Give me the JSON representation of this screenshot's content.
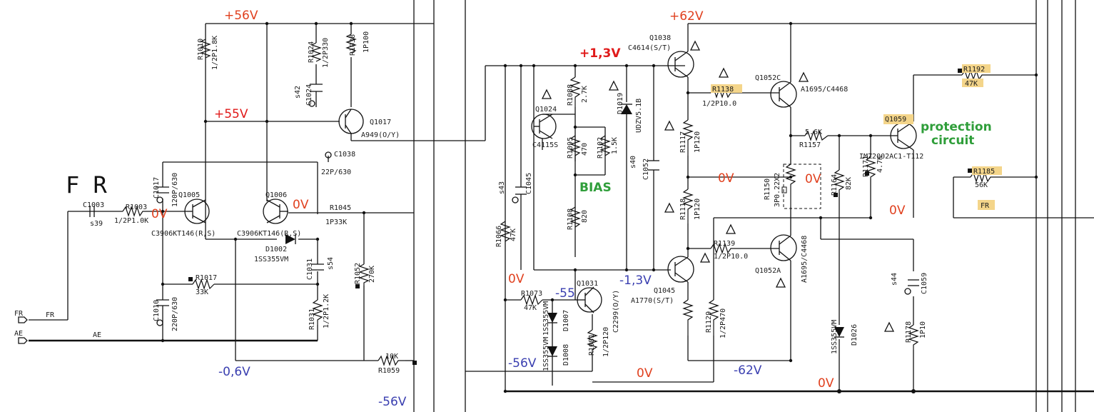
{
  "title": "F R",
  "colors": {
    "positive": "#e0401e",
    "bright_positive": "#e01a1a",
    "negative": "#3a3fb0",
    "annotation": "#2f9e3a",
    "highlight": "#f4d58a",
    "wire": "#111111"
  },
  "nets": {
    "fr": "FR",
    "ae": "AE"
  },
  "voltages": {
    "v56": "+56V",
    "v55": "+55V",
    "v62": "+62V",
    "v13p": "+1,3V",
    "v13n": "-1,3V",
    "v06n": "-0,6V",
    "vm56b": "-56V",
    "vm55": "-55",
    "vm56": "-56V",
    "vm62": "-62V",
    "z1": "0V",
    "z2": "0V",
    "z3": "0V",
    "z4": "0V",
    "z5": "0V",
    "z6": "0V",
    "z7": "0V",
    "z8": "0V"
  },
  "annotations": {
    "bias": "BIAS",
    "protection1": "protection",
    "protection2": "circuit"
  },
  "components": {
    "r1010": "R1010",
    "r1010v": "1/2P1.8K",
    "r1024": "R1024",
    "r1024v": "1/2P330",
    "r1038": "R1038",
    "r1038v": "1P100",
    "c1024": "C1024",
    "s42": "s42",
    "q1017": "Q1017",
    "q1017t": "A949(O/Y)",
    "c1038": "C1038",
    "c1038v": "22P/630",
    "c1017": "C1017",
    "c1017v": "120P/630",
    "c1003": "C1003",
    "s39": "s39",
    "r1003": "R1003",
    "r1003v": "1/2P1.0K",
    "q1005": "Q1005",
    "q1005t": "C3906KT146(R,S)",
    "q1006": "Q1006",
    "q1006t": "C3906KT146(R,S)",
    "r1045": "R1045",
    "r1045v": "1P33K",
    "d1002": "D1002",
    "d1002t": "1SS355VM",
    "c1031": "C1031",
    "s54": "s54",
    "r1017": "R1017",
    "r1017v": "33K",
    "r1052": "R1052",
    "r1052v": "270K",
    "c1010": "C1010",
    "c1010v": "220P/630",
    "r1031": "R1031",
    "r1031v": "1/2P1.2K",
    "r1059v": "10K",
    "r1059": "R1059",
    "s43": "s43",
    "c1045": "C1045",
    "r1066": "R1066",
    "r1066v": "47K",
    "q1024": "Q1024",
    "q1024t": "C4115S",
    "r1088": "R1088",
    "r1088v": "2.7K",
    "r1095": "R1095",
    "r1095v": "470",
    "r1102": "R1102",
    "r1102v": "1.5K",
    "d1019": "D1019",
    "d1019t": "UDZV5.1B",
    "s40": "s40",
    "c1052": "C1052",
    "r1108": "R1108",
    "r1108v": "820",
    "r1073": "R1073",
    "r1073v": "47K",
    "d1007": "D1007",
    "d1007t": "1SS355VM",
    "d1008": "D1008",
    "d1008t": "1SS355VM",
    "q1031": "Q1031",
    "q1031t": "C2299(O/Y)",
    "r1081": "R1081",
    "r1081v": "1/2P120",
    "q1038": "Q1038",
    "q1038t": "C4614(S/T)",
    "q1045": "Q1045",
    "q1045t": "A1770(S/T)",
    "r1117": "R1117",
    "r1117v": "1P120",
    "r1118": "R1118",
    "r1118v": "1P120",
    "r1129": "R1129",
    "r1129v": "1/2P470",
    "r1138": "R1138",
    "r1138v": "1/2P10.0",
    "r1139": "R1139",
    "r1139v": "1/2P10.0",
    "q1052c": "Q1052C",
    "q1052ct": "A1695/C4468",
    "q1052a": "Q1052A",
    "q1052at": "A1695/C4468",
    "r1157v": "5.6K",
    "r1157": "R1157",
    "r1150": "R1150",
    "r1150v": "3P0.22X2",
    "r1164": "R1164",
    "r1164v": "82K",
    "r1171": "R1171",
    "r1171v": "4.7K",
    "q1059": "Q1059",
    "q1059t": "IMZ2002AC1-T112",
    "r1192": "R1192",
    "r1192v": "47K",
    "r1185": "R1185",
    "r1185v": "56K",
    "fr_tag": "FR",
    "s44": "s44",
    "c1059": "C1059",
    "r1178": "R1178",
    "r1178v": "1P10",
    "d1026": "D1026",
    "d1026t": "1SS355VM"
  }
}
